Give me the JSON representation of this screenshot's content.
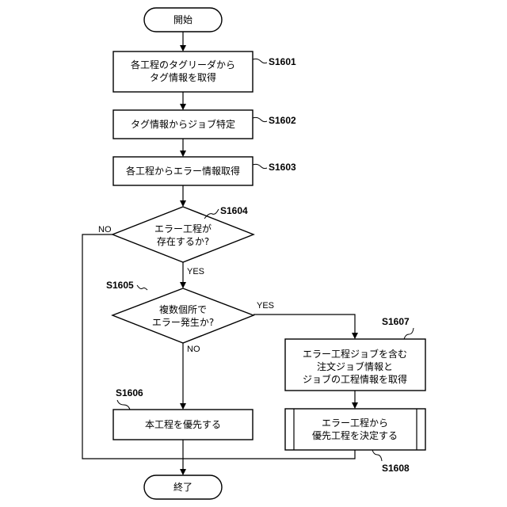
{
  "start": {
    "label": "開始"
  },
  "end": {
    "label": "終了"
  },
  "s1601": {
    "id": "S1601",
    "lines": [
      "各工程のタグリーダから",
      "タグ情報を取得"
    ]
  },
  "s1602": {
    "id": "S1602",
    "lines": [
      "タグ情報からジョブ特定"
    ]
  },
  "s1603": {
    "id": "S1603",
    "lines": [
      "各工程からエラー情報取得"
    ]
  },
  "s1604": {
    "id": "S1604",
    "lines": [
      "エラー工程が",
      "存在するか?"
    ],
    "no": "NO",
    "yes": "YES"
  },
  "s1605": {
    "id": "S1605",
    "lines": [
      "複数個所で",
      "エラー発生か?"
    ],
    "yes": "YES",
    "no": "NO"
  },
  "s1606": {
    "id": "S1606",
    "lines": [
      "本工程を優先する"
    ]
  },
  "s1607": {
    "id": "S1607",
    "lines": [
      "エラー工程ジョブを含む",
      "注文ジョブ情報と",
      "ジョブの工程情報を取得"
    ]
  },
  "s1608": {
    "id": "S1608",
    "lines": [
      "エラー工程から",
      "優先工程を決定する"
    ]
  }
}
